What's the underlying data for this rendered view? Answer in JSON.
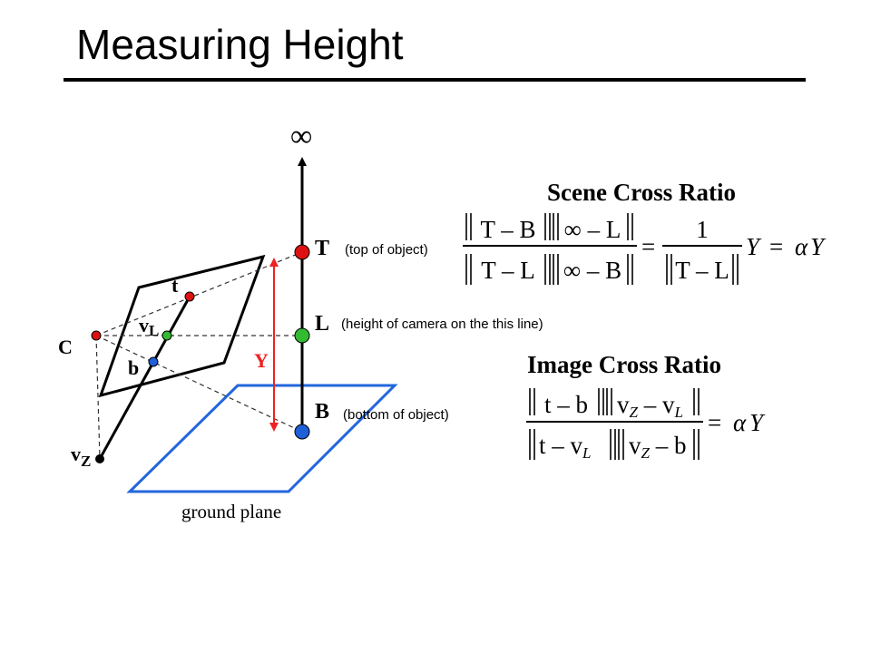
{
  "slide": {
    "title": "Measuring Height"
  },
  "colors": {
    "red": "#dd1111",
    "green": "#33bb33",
    "blue": "#1f5fd8",
    "plane_blue": "#2266dd",
    "height_arrow": "#ee2222"
  },
  "diagram": {
    "infinity": "∞",
    "points": {
      "T": {
        "letter": "T",
        "note": "(top of object)"
      },
      "L": {
        "letter": "L",
        "note": "(height of camera on the this line)"
      },
      "B": {
        "letter": "B",
        "note": "(bottom of object)"
      }
    },
    "Y": "Y",
    "C": "C",
    "image_points": {
      "t": "t",
      "b": "b",
      "vL_main": "v",
      "vL_sub": "L",
      "vZ_main": "v",
      "vZ_sub": "Z"
    },
    "ground_plane": "ground plane"
  },
  "scene_cross_ratio": {
    "heading": "Scene Cross Ratio",
    "n1": "T – B",
    "n2": "∞ – L",
    "d1": "T – L",
    "d2": "∞ – B",
    "eq": "=",
    "one": "1",
    "rhs_d": "T – L",
    "rhs_Y": "Y",
    "eq2": "=",
    "alpha": "α",
    "Y2": "Y"
  },
  "image_cross_ratio": {
    "heading": "Image Cross Ratio",
    "n1": "t – b",
    "n2a": "v",
    "n2a_sub": "Z",
    "n2b": " – v",
    "n2b_sub": "L",
    "d1a": "t – v",
    "d1a_sub": "L",
    "d2a": "v",
    "d2a_sub": "Z",
    "d2b": " – b",
    "eq": "=",
    "alpha": "α",
    "Y": "Y"
  }
}
